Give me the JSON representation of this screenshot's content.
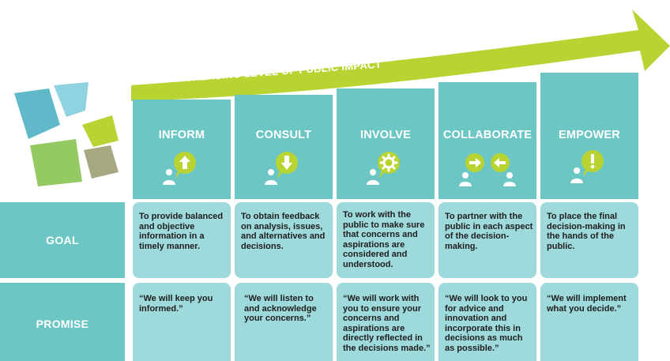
{
  "banner": {
    "label": "INCREASING LEVEL OF PUBLIC IMPACT"
  },
  "columns": [
    {
      "title": "INFORM",
      "icon": "arrow-up-icon"
    },
    {
      "title": "CONSULT",
      "icon": "arrow-down-icon"
    },
    {
      "title": "INVOLVE",
      "icon": "gear-icon"
    },
    {
      "title": "COLLABORATE",
      "icon": "arrows-exchange-icon"
    },
    {
      "title": "EMPOWER",
      "icon": "exclamation-icon"
    }
  ],
  "rows": [
    {
      "label": "GOAL",
      "cells": [
        "To provide balanced and objective information in a timely manner.",
        "To obtain feedback on analysis, issues, and alternatives and decisions.",
        "To work with the public to make sure that concerns and aspirations are considered and understood.",
        "To partner with the public in each aspect of the decision-making.",
        "To place the final decision-making in the hands of the public."
      ]
    },
    {
      "label": "PROMISE",
      "cells": [
        "“We will keep you informed.”",
        "“We will listen to and acknowledge your concerns.”",
        "“We will work with you to ensure your concerns and aspirations are directly reflected in the decisions made.”",
        "“We will look to you for advice and innovation and incorporate this in decisions as much as possible.”",
        "“We will implement what you decide.”"
      ]
    }
  ],
  "colors": {
    "teal": "#6cc7c4",
    "light_teal": "#9ed9db",
    "lime": "#b7d433",
    "dark_teal_text": "#ffffff",
    "logo_blue": "#5fb9c8",
    "logo_green": "#94c964",
    "logo_olive": "#a7a882",
    "logo_sky": "#8fd2e0"
  }
}
